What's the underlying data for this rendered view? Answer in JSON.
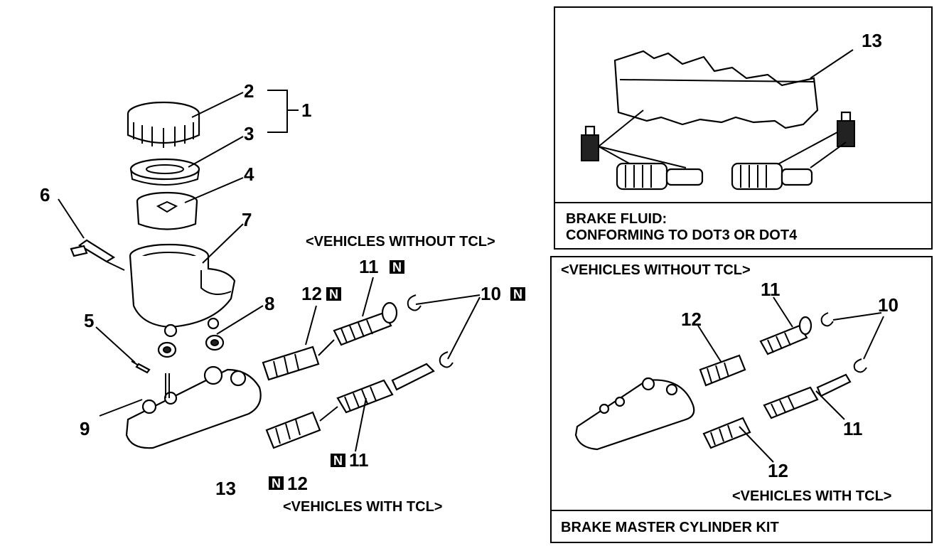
{
  "labels": {
    "n1": "1",
    "n2": "2",
    "n3": "3",
    "n4": "4",
    "n5": "5",
    "n6": "6",
    "n7": "7",
    "n8": "8",
    "n9": "9",
    "n10": "10",
    "n11a": "11",
    "n11b": "11",
    "n12a": "12",
    "n12b": "12",
    "n13": "13",
    "tag": "N",
    "without_tcl": "<VEHICLES WITHOUT TCL>",
    "with_tcl": "<VEHICLES WITH TCL>"
  },
  "fluid_box": {
    "label_13": "13",
    "caption_line1": "BRAKE FLUID:",
    "caption_line2": "CONFORMING TO DOT3 OR DOT4"
  },
  "kit_box": {
    "without_tcl": "<VEHICLES WITHOUT TCL>",
    "with_tcl": "<VEHICLES WITH TCL>",
    "n10": "10",
    "n11a": "11",
    "n11b": "11",
    "n12a": "12",
    "n12b": "12",
    "caption": "BRAKE MASTER CYLINDER KIT"
  }
}
